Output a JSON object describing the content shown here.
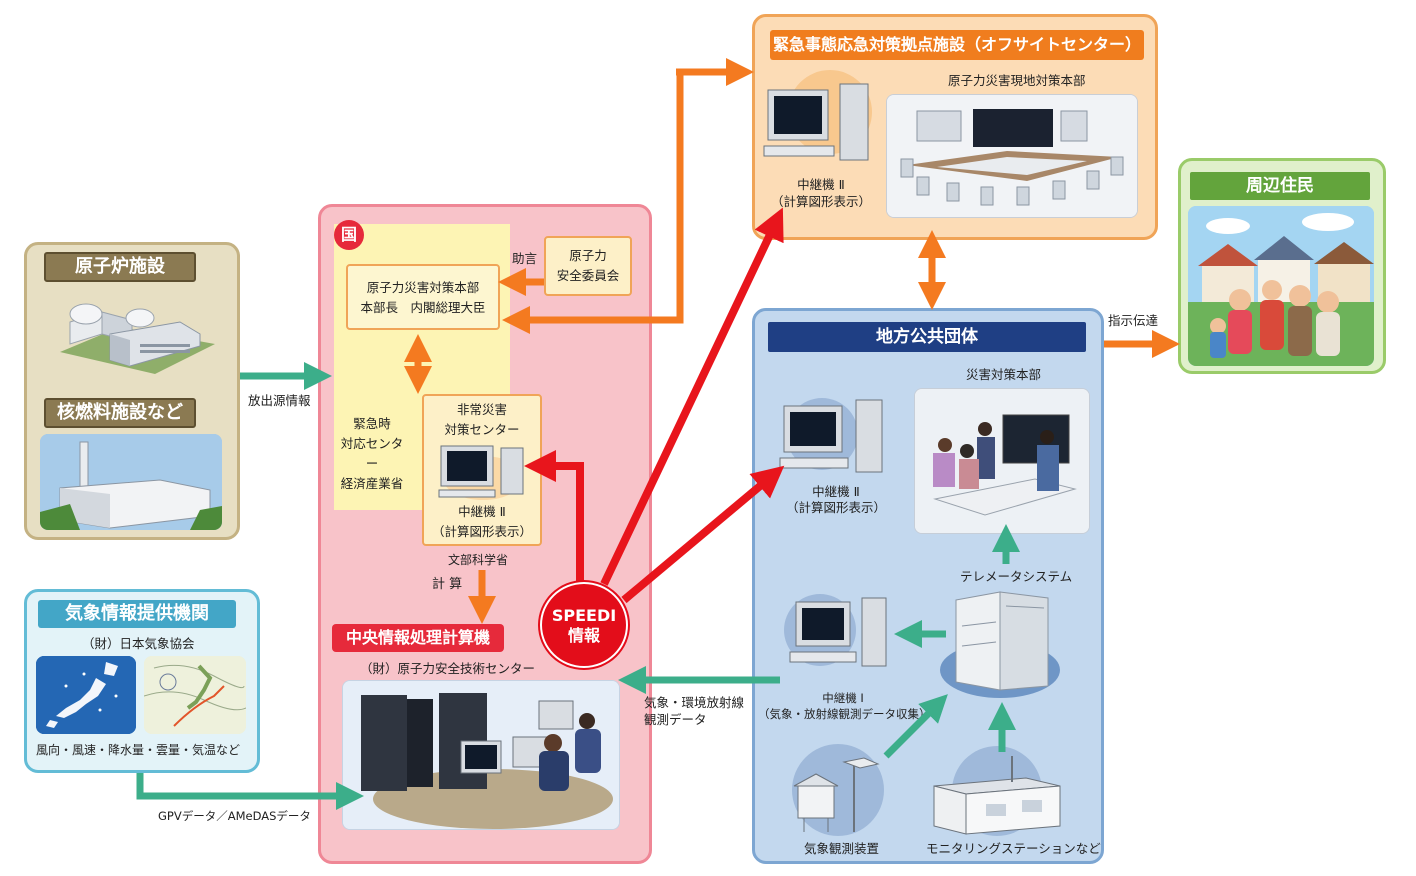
{
  "reactor_panel": {
    "title": "原子炉施設",
    "subtitle": "核燃料施設など"
  },
  "weather_panel": {
    "title": "気象情報提供機関",
    "org": "（財）日本気象協会",
    "caption": "風向・風速・降水量・雲量・気温など"
  },
  "nation_panel": {
    "badge": "国",
    "hq_line1": "原子力災害対策本部",
    "hq_line2": "本部長　内閣総理大臣",
    "nsc_line1": "原子力",
    "nsc_line2": "安全委員会",
    "advice": "助言",
    "meti_line1": "緊急時",
    "meti_line2": "対応センター",
    "meti_line3": "経済産業省",
    "emc_line1": "非常災害",
    "emc_line2": "対策センター",
    "relay_line1": "中継機 Ⅱ",
    "relay_line2": "（計算図形表示）",
    "mext": "文部科学省",
    "calc": "計 算",
    "center_title": "中央情報処理計算機",
    "center_org": "（財）原子力安全技術センター"
  },
  "speedi": {
    "line1": "SPEEDI",
    "line2": "情報"
  },
  "offsite_panel": {
    "title": "緊急事態応急対策拠点施設（オフサイトセンター）",
    "subtitle": "原子力災害現地対策本部",
    "relay_line1": "中継機 Ⅱ",
    "relay_line2": "（計算図形表示）"
  },
  "local_panel": {
    "title": "地方公共団体",
    "disaster_hq": "災害対策本部",
    "relay2_line1": "中継機 Ⅱ",
    "relay2_line2": "（計算図形表示）",
    "telemeter": "テレメータシステム",
    "relay1_line1": "中継機 Ⅰ",
    "relay1_line2": "（気象・放射線観測データ収集）",
    "weather_station": "気象観測装置",
    "monitoring": "モニタリングステーションなど"
  },
  "residents_panel": {
    "title": "周辺住民"
  },
  "arrow_labels": {
    "emission": "放出源情報",
    "gpv": "GPVデータ／AMeDASデータ",
    "observe_line1": "気象・環境放射線",
    "observe_line2": "観測データ",
    "instruct": "指示伝達"
  },
  "colors": {
    "red_arrow": "#e8151c",
    "orange_arrow": "#f47a20",
    "green_arrow": "#3cae8a"
  }
}
